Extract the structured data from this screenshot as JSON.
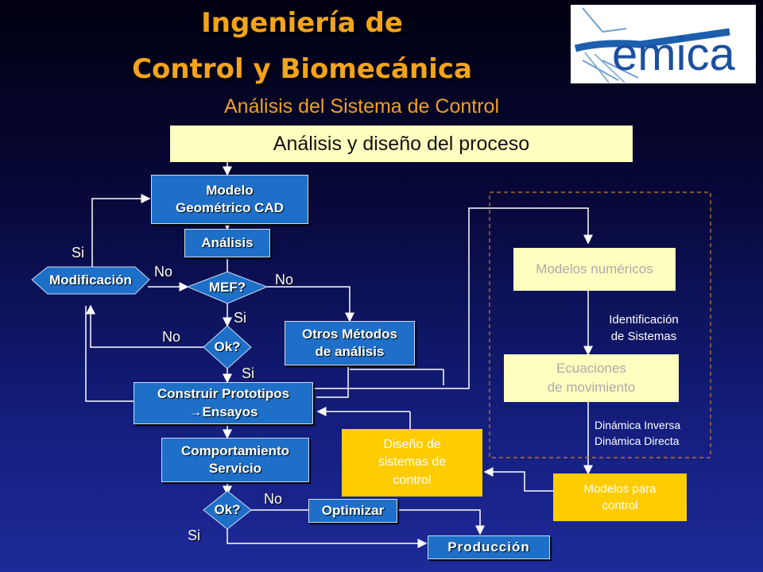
{
  "header": {
    "title_line1": "Ingeniería de",
    "title_line2": "Control y Biomecánica",
    "subtitle": "Análisis del Sistema de Control",
    "logo_text": "emica"
  },
  "diagram": {
    "process_box": "Análisis y diseño del proceso",
    "modelo_line1": "Modelo",
    "modelo_line2": "Geométrico CAD",
    "analisis": "Análisis",
    "modificacion": "Modificación",
    "mef": "MEF?",
    "ok1": "Ok?",
    "otros_line1": "Otros Métodos",
    "otros_line2": "de análisis",
    "construir_line1": "Construir Prototipos",
    "construir_line2": "Ensayos",
    "comportamiento_line1": "Comportamiento",
    "comportamiento_line2": "Servicio",
    "ok2": "Ok?",
    "optimizar": "Optimizar",
    "produccion": "Producción",
    "diseno_line1": "Diseño de",
    "diseno_line2": "sistemas de",
    "diseno_line3": "control",
    "modelos_numericos": "Modelos numéricos",
    "identificacion_line1": "Identificación",
    "identificacion_line2": "de Sistemas",
    "ecuaciones_line1": "Ecuaciones",
    "ecuaciones_line2": "de movimiento",
    "dinamica_inversa": "Dinámica Inversa",
    "dinamica_directa": "Dinámica Directa",
    "modelos_control_line1": "Modelos para",
    "modelos_control_line2": "control",
    "labels": {
      "si_mod": "Si",
      "no_mod": "No",
      "no_mef": "No",
      "si_mef": "Si",
      "no_ok1": "No",
      "si_ok1": "Si",
      "no_ok2": "No",
      "si_ok2": "Si"
    }
  },
  "colors": {
    "title": "#f4a41a",
    "blue_box": "#1e6fc8",
    "yellow_box": "#ffcc00",
    "pale_box": "#ffffc0",
    "dashed_border": "#d08020"
  }
}
